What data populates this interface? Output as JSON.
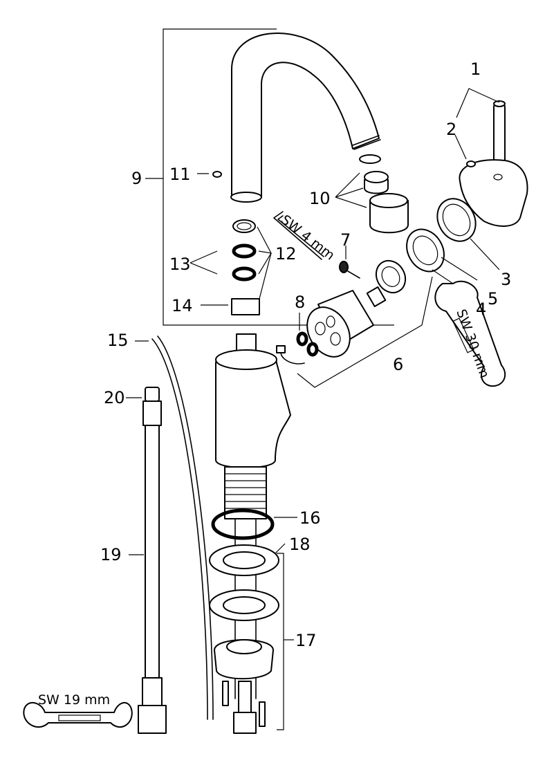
{
  "callouts": {
    "c1": "1",
    "c2": "2",
    "c3": "3",
    "c4": "4",
    "c5": "5",
    "c6": "6",
    "c7": "7",
    "c8": "8",
    "c9": "9",
    "c10": "10",
    "c11": "11",
    "c12": "12",
    "c13": "13",
    "c14": "14",
    "c15": "15",
    "c16": "16",
    "c17": "17",
    "c18": "18",
    "c19": "19",
    "c20": "20"
  },
  "wrench_labels": {
    "sw4": "SW 4 mm",
    "sw30": "SW 30 mm",
    "sw19": "SW 19 mm"
  },
  "icons": [
    "spout-icon",
    "lever-handle-icon",
    "cartridge-icon",
    "hose-icon",
    "wrench-icon",
    "hex-key-icon"
  ]
}
